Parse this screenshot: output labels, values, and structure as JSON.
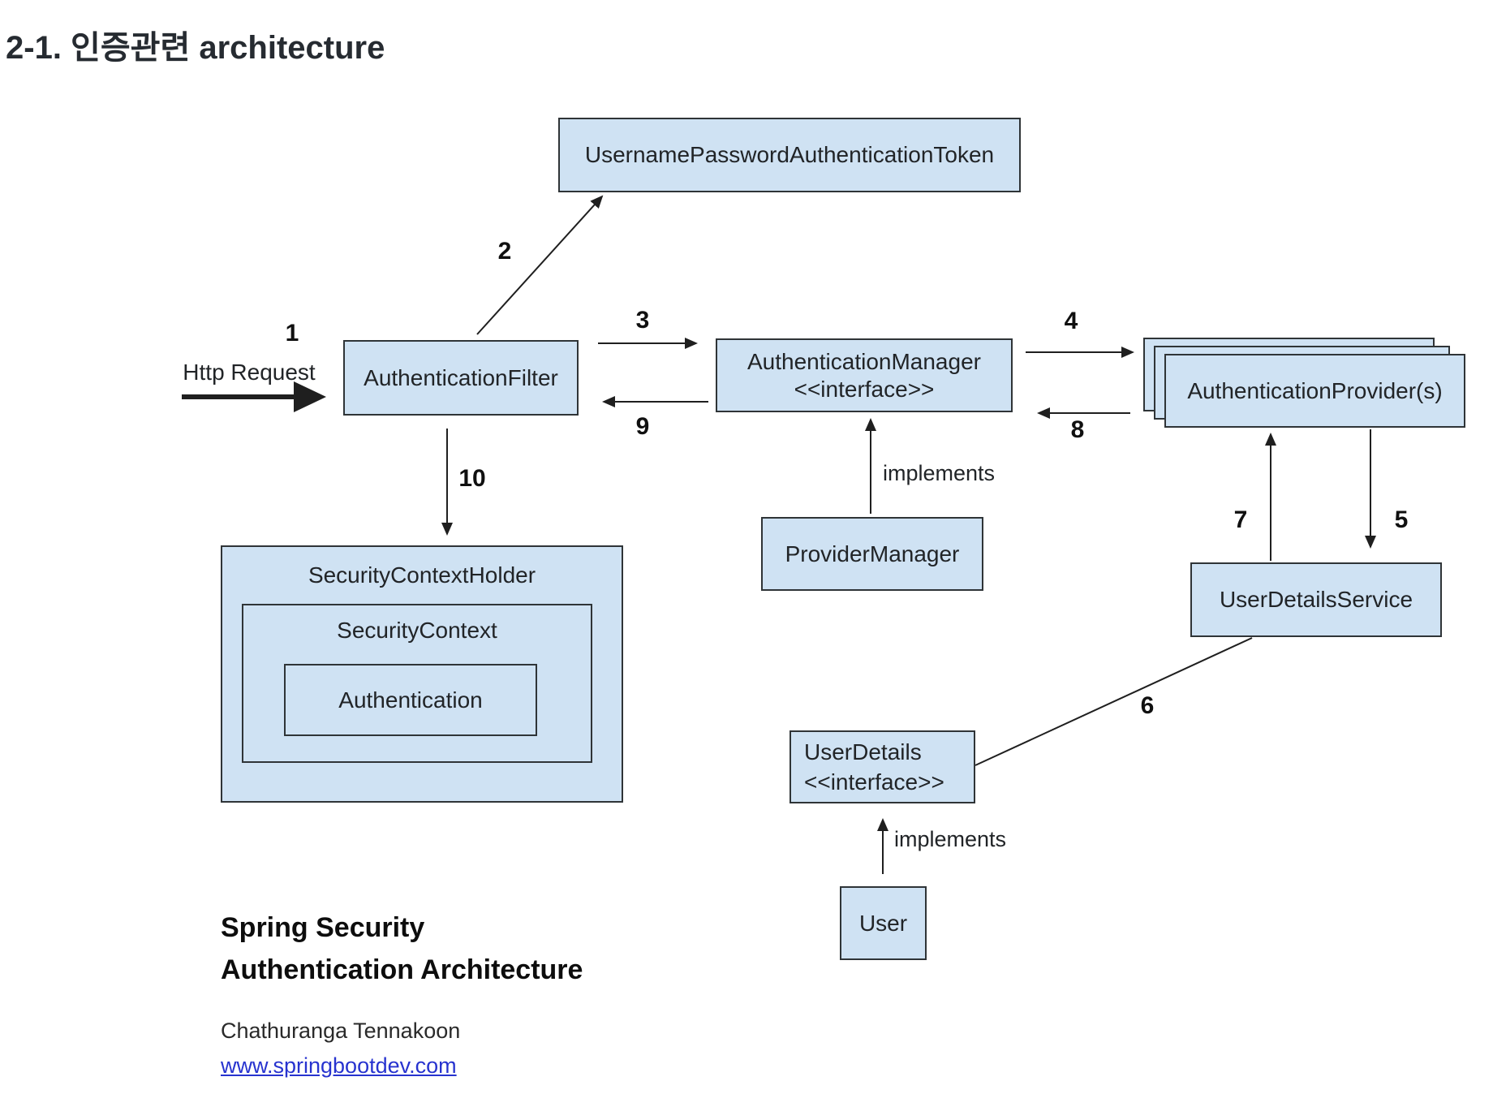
{
  "page": {
    "title": "2-1. 인증관련 architecture"
  },
  "diagram": {
    "boxes": {
      "token": {
        "label": "UsernamePasswordAuthenticationToken"
      },
      "authentication_filter": {
        "label": "AuthenticationFilter"
      },
      "authentication_manager": {
        "label": "AuthenticationManager",
        "stereotype": "<<interface>>"
      },
      "authentication_providers": {
        "label": "AuthenticationProvider(s)"
      },
      "provider_manager": {
        "label": "ProviderManager"
      },
      "user_details_service": {
        "label": "UserDetailsService"
      },
      "security_context_holder": {
        "label": "SecurityContextHolder"
      },
      "security_context": {
        "label": "SecurityContext"
      },
      "authentication": {
        "label": "Authentication"
      },
      "user_details": {
        "label": "UserDetails",
        "stereotype": "<<interface>>"
      },
      "user": {
        "label": "User"
      }
    },
    "annotations": {
      "http_request": "Http Request",
      "implements_manager": "implements",
      "implements_user": "implements"
    },
    "numbers": {
      "n1": "1",
      "n2": "2",
      "n3": "3",
      "n4": "4",
      "n5": "5",
      "n6": "6",
      "n7": "7",
      "n8": "8",
      "n9": "9",
      "n10": "10"
    },
    "colors": {
      "box_fill": "#cfe2f3",
      "box_border": "#2f3437",
      "arrow": "#1f1f1f",
      "link": "#2733cf"
    }
  },
  "footer": {
    "title_line1": "Spring Security",
    "title_line2": "Authentication Architecture",
    "author": "Chathuranga Tennakoon",
    "website": "www.springbootdev.com"
  }
}
